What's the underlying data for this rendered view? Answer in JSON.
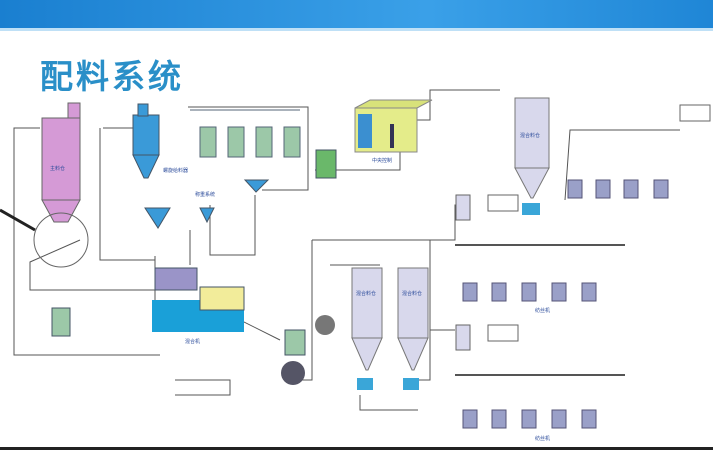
{
  "title": "配料系统",
  "labels": {
    "main_silo": "主料仓",
    "screw_feeder": "螺旋给料器",
    "weigh_system": "称重系统",
    "mixer": "混合机",
    "control_room": "中央控制",
    "mixed_silo_1": "混合料仓",
    "mixed_silo_2": "混合料仓",
    "mixed_silo_top": "混合料仓",
    "extruder_1": "纺丝机",
    "extruder_2": "纺丝机"
  },
  "colors": {
    "header": "#1a7fd0",
    "title": "#2a8fc8",
    "main_silo": "#d59ad6",
    "hopper": "#3a9ad8",
    "silo": "#d8d8ec",
    "mixer": "#1aa0d8",
    "mixer_top": "#9a94c8",
    "dosing": "#f2ec9a",
    "green": "#9cc8a8"
  }
}
